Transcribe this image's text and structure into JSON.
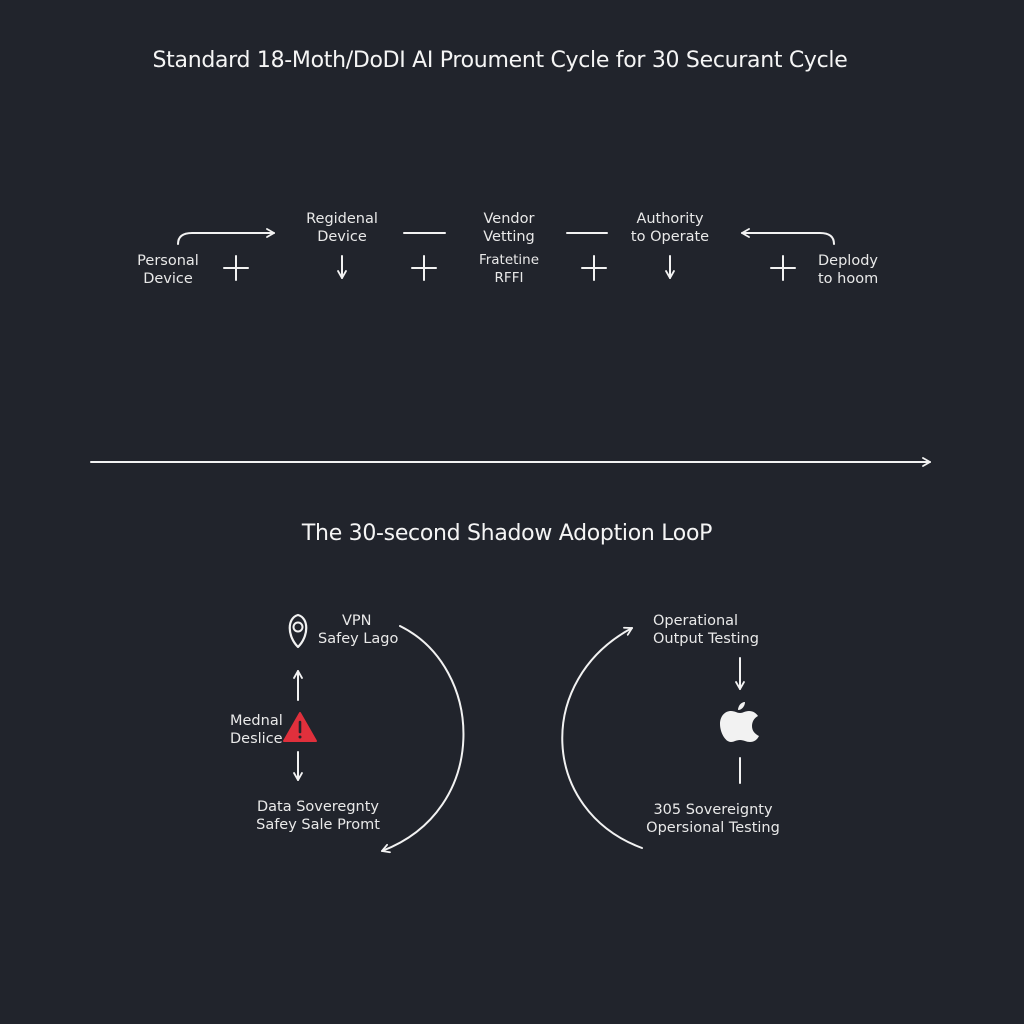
{
  "top": {
    "title": "Standard 18-Moth/DoDI AI Proument Cycle for 30 Securant Cycle",
    "nodes": {
      "personal_device": [
        "Personal",
        "Device"
      ],
      "regidenal_device": [
        "Regidenal",
        "Device"
      ],
      "vendor_vetting": [
        "Vendor",
        "Vetting"
      ],
      "fratetine_rffi": [
        "Fratetine",
        "RFFI"
      ],
      "authority_to_operate": [
        "Authority",
        "to Operate"
      ],
      "deploy_to_hoom": [
        "Deplody",
        "to hoom"
      ]
    }
  },
  "bottom": {
    "title": "The 30-second Shadow Adoption LooP",
    "left_loop": {
      "vpn": [
        "VPN",
        "Safey Lago"
      ],
      "mednal": [
        "Mednal",
        "Deslice"
      ],
      "data_sovereignty": [
        "Data Soveregnty",
        "Safey Sale Promt"
      ]
    },
    "right_loop": {
      "operational": [
        "Operational",
        "Output Testing"
      ],
      "sovereignty_305": [
        "305 Sovereignty",
        "Opersional Testing"
      ]
    }
  },
  "colors": {
    "background": "#21242c",
    "line": "#f2f2f2",
    "warning": "#e0303c"
  },
  "icons": [
    "plus-icon",
    "down-arrow-icon",
    "up-arrow-icon",
    "location-pin-icon",
    "warning-icon",
    "apple-icon"
  ]
}
